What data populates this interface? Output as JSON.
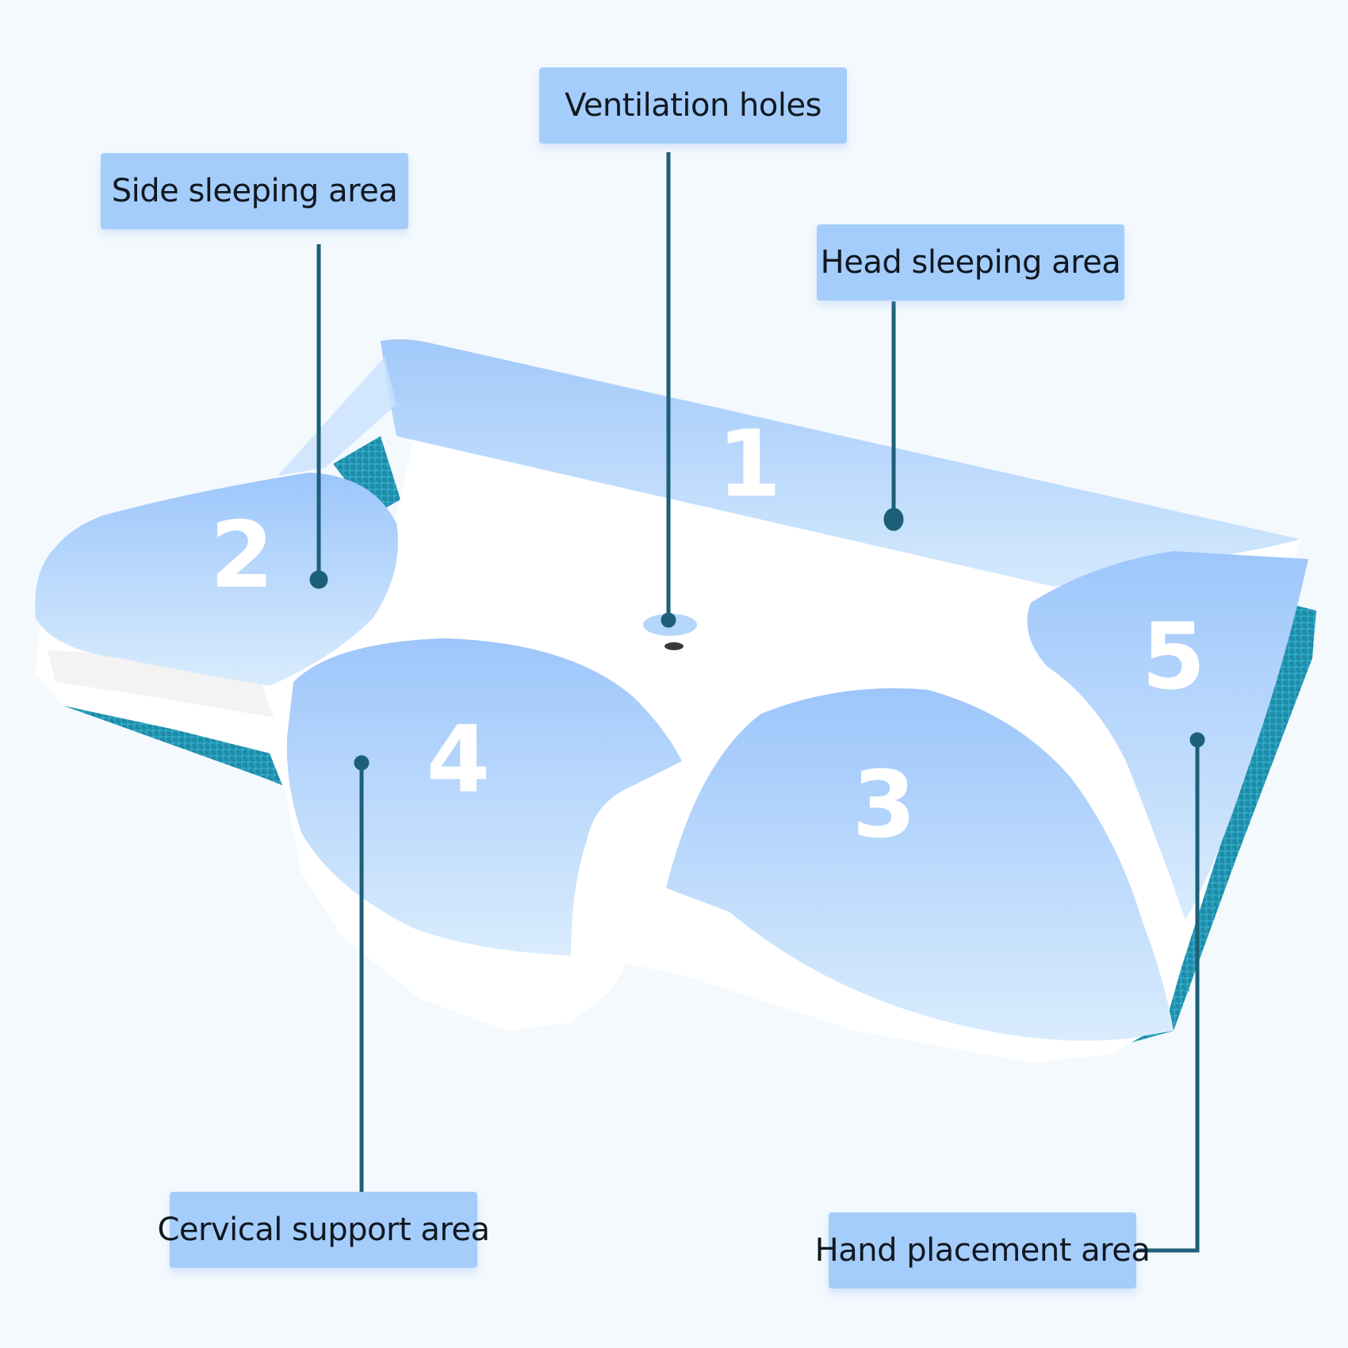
{
  "labels": {
    "ventilation": "Ventilation holes",
    "side": "Side sleeping area",
    "head": "Head sleeping area",
    "cervical": "Cervical support area",
    "hand": "Hand placement area"
  },
  "zones": {
    "z1": "1",
    "z2": "2",
    "z3": "3",
    "z4": "4",
    "z5": "5"
  },
  "colors": {
    "background": "#f4f9fe",
    "label_fill": "#a5cdfb",
    "leader_line": "#1d5f78",
    "mesh_teal": "#1f96b4",
    "foam_white": "#ffffff"
  }
}
